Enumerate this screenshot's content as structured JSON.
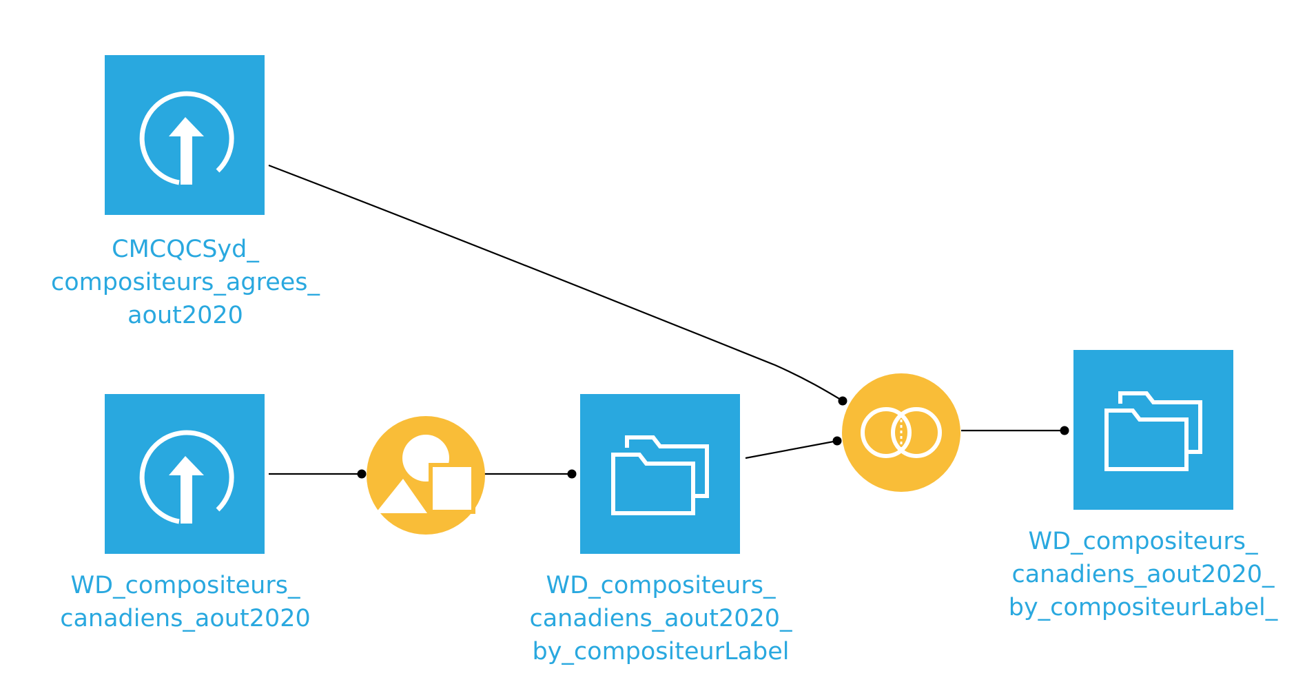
{
  "flow": {
    "colors": {
      "dataset": "#29a8df",
      "recipe": "#f9bd38",
      "label": "#29a8df",
      "edge": "#000000",
      "icon": "#ffffff"
    },
    "nodes": {
      "source_agrees": {
        "kind": "uploaded-dataset",
        "icon": "upload-arrow-icon",
        "label_lines": [
          "CMCQCSyd_",
          "compositeurs_agrees_",
          "aout2020"
        ]
      },
      "source_wd": {
        "kind": "uploaded-dataset",
        "icon": "upload-arrow-icon",
        "label_lines": [
          "WD_compositeurs_",
          "canadiens_aout2020"
        ]
      },
      "group_recipe": {
        "kind": "recipe",
        "icon": "shapes-icon",
        "label_lines": []
      },
      "grouped_dataset": {
        "kind": "dataset",
        "icon": "folder-icon",
        "label_lines": [
          "WD_compositeurs_",
          "canadiens_aout2020_",
          "by_compositeurLabel"
        ]
      },
      "join_recipe": {
        "kind": "recipe",
        "icon": "join-circles-icon",
        "label_lines": []
      },
      "output_dataset": {
        "kind": "dataset",
        "icon": "folder-icon",
        "label_lines": [
          "WD_compositeurs_",
          "canadiens_aout2020_",
          "by_compositeurLabel_"
        ]
      }
    },
    "edges": [
      {
        "from": "source_agrees",
        "to": "join_recipe"
      },
      {
        "from": "source_wd",
        "to": "group_recipe"
      },
      {
        "from": "group_recipe",
        "to": "grouped_dataset"
      },
      {
        "from": "grouped_dataset",
        "to": "join_recipe"
      },
      {
        "from": "join_recipe",
        "to": "output_dataset"
      }
    ]
  }
}
